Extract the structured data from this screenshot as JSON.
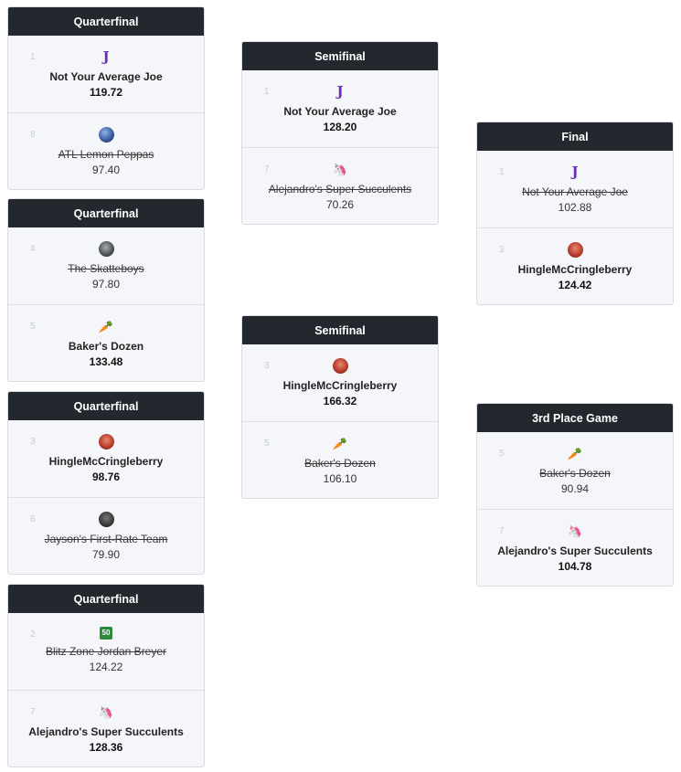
{
  "brackets": [
    {
      "title": "Quarterfinal",
      "teams": [
        {
          "seed": "1",
          "icon": "J",
          "name": "Not Your Average Joe",
          "score": "119.72",
          "status": "winner"
        },
        {
          "seed": "8",
          "icon": "planet",
          "name": "ATL Lemon Peppas",
          "score": "97.40",
          "status": "loser"
        }
      ]
    },
    {
      "title": "Quarterfinal",
      "teams": [
        {
          "seed": "4",
          "icon": "skate",
          "name": "The Skatteboys",
          "score": "97.80",
          "status": "loser"
        },
        {
          "seed": "5",
          "icon": "🥕",
          "name": "Baker's Dozen",
          "score": "133.48",
          "status": "winner"
        }
      ]
    },
    {
      "title": "Quarterfinal",
      "teams": [
        {
          "seed": "3",
          "icon": "hingle",
          "name": "HingleMcCringleberry",
          "score": "98.76",
          "status": "winner"
        },
        {
          "seed": "6",
          "icon": "jayson",
          "name": "Jayson's First-Rate Team",
          "score": "79.90",
          "status": "loser"
        }
      ]
    },
    {
      "title": "Quarterfinal",
      "teams": [
        {
          "seed": "2",
          "icon": "50",
          "name": "Blitz Zone Jordan Breyer",
          "score": "124.22",
          "status": "loser"
        },
        {
          "seed": "7",
          "icon": "🦄",
          "name": "Alejandro's Super Succulents",
          "score": "128.36",
          "status": "winner"
        }
      ]
    },
    {
      "title": "Semifinal",
      "teams": [
        {
          "seed": "1",
          "icon": "J",
          "name": "Not Your Average Joe",
          "score": "128.20",
          "status": "winner"
        },
        {
          "seed": "7",
          "icon": "🦄",
          "name": "Alejandro's Super Succulents",
          "score": "70.26",
          "status": "loser"
        }
      ]
    },
    {
      "title": "Semifinal",
      "teams": [
        {
          "seed": "3",
          "icon": "hingle",
          "name": "HingleMcCringleberry",
          "score": "166.32",
          "status": "winner"
        },
        {
          "seed": "5",
          "icon": "🥕",
          "name": "Baker's Dozen",
          "score": "106.10",
          "status": "loser"
        }
      ]
    },
    {
      "title": "Final",
      "teams": [
        {
          "seed": "1",
          "icon": "J",
          "name": "Not Your Average Joe",
          "score": "102.88",
          "status": "loser"
        },
        {
          "seed": "3",
          "icon": "hingle",
          "name": "HingleMcCringleberry",
          "score": "124.42",
          "status": "winner"
        }
      ]
    },
    {
      "title": "3rd Place Game",
      "teams": [
        {
          "seed": "5",
          "icon": "🥕",
          "name": "Baker's Dozen",
          "score": "90.94",
          "status": "loser"
        },
        {
          "seed": "7",
          "icon": "🦄",
          "name": "Alejandro's Super Succulents",
          "score": "104.78",
          "status": "winner"
        }
      ]
    }
  ]
}
